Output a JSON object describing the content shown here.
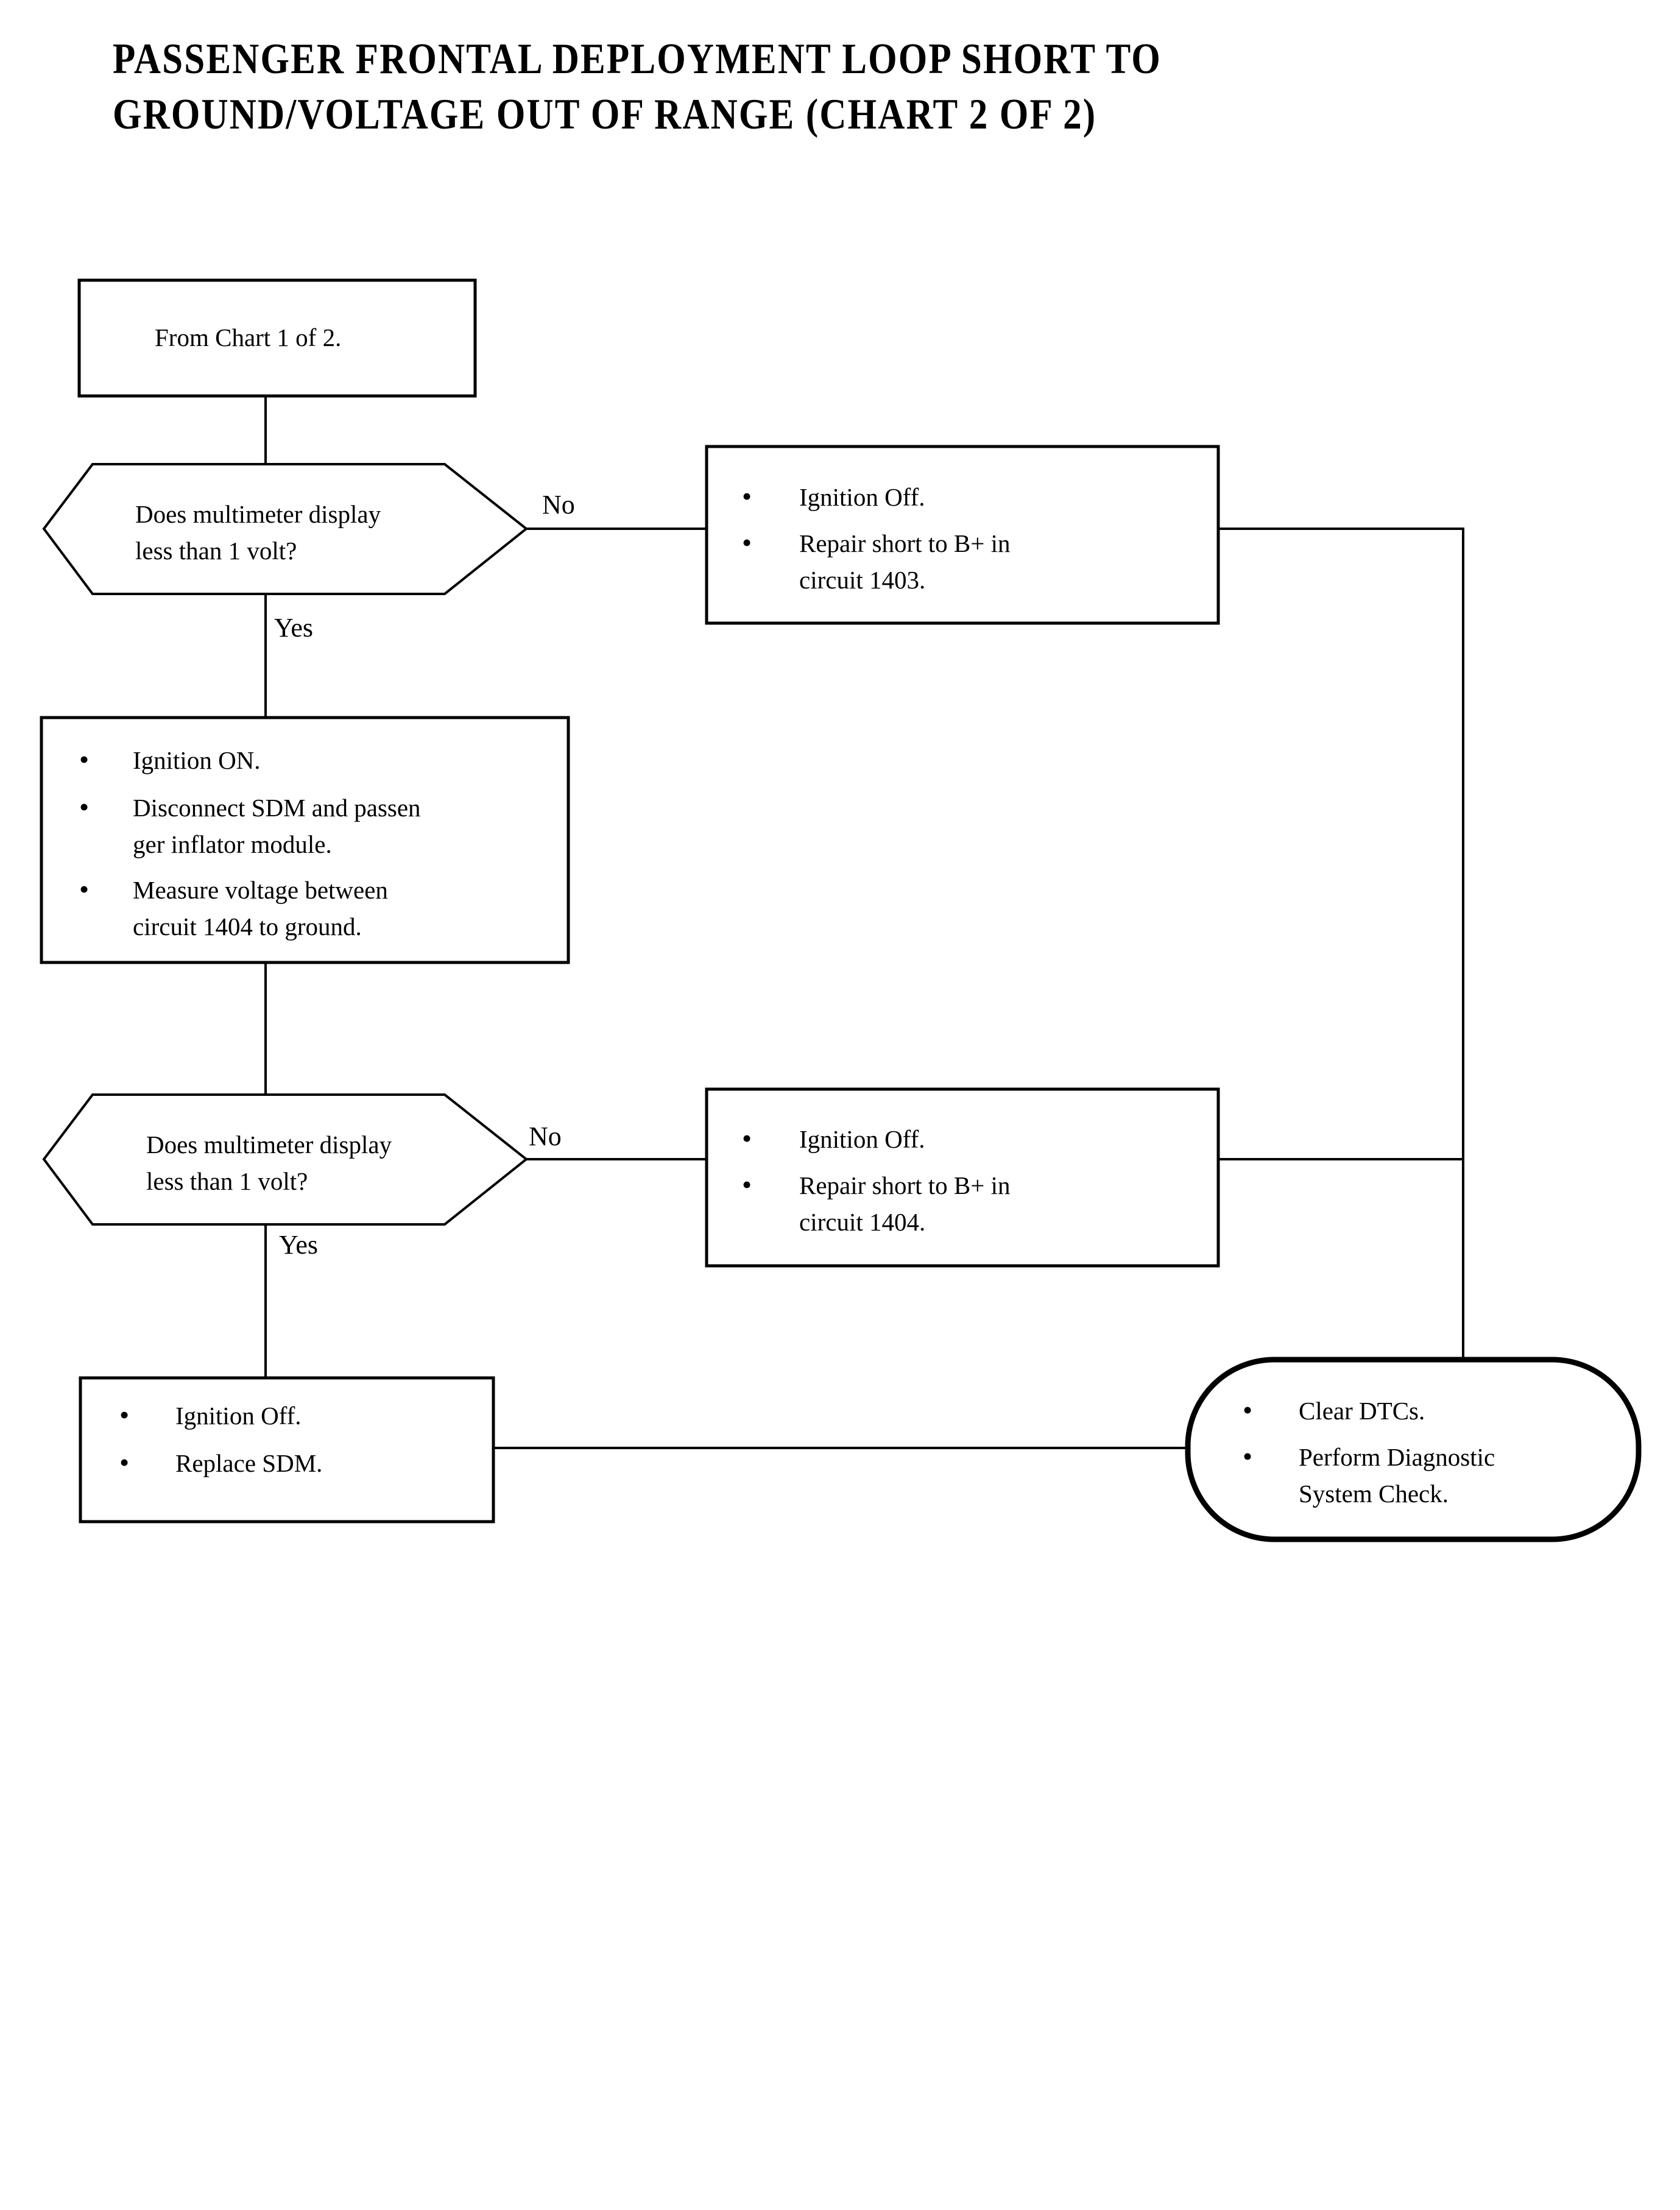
{
  "page": {
    "title": "PASSENGER FRONTAL DEPLOYMENT LOOP SHORT TO\nGROUND/VOLTAGE OUT OF RANGE (CHART 2 OF 2)",
    "background_color": "#ffffff",
    "line_color": "#000000"
  },
  "chart_data": {
    "type": "diagram",
    "diagram_kind": "flowchart",
    "title": "PASSENGER FRONTAL DEPLOYMENT LOOP SHORT TO GROUND/VOLTAGE OUT OF RANGE (CHART 2 OF 2)",
    "nodes": [
      {
        "id": "start",
        "shape": "rectangle",
        "lines": [
          "From Chart 1 of 2."
        ]
      },
      {
        "id": "decision1",
        "shape": "hexagon",
        "lines": [
          "Does multimeter display",
          "less than 1 volt?"
        ]
      },
      {
        "id": "no1",
        "shape": "rectangle",
        "bullets": [
          [
            "Ignition Off."
          ],
          [
            "Repair short to B+ in",
            "circuit 1403."
          ]
        ]
      },
      {
        "id": "action1",
        "shape": "rectangle",
        "bullets": [
          [
            "Ignition ON."
          ],
          [
            "Disconnect SDM and passen",
            "ger inflator module."
          ],
          [
            "Measure voltage between",
            "circuit 1404 to ground."
          ]
        ]
      },
      {
        "id": "decision2",
        "shape": "hexagon",
        "lines": [
          "Does multimeter display",
          "less than 1 volt?"
        ]
      },
      {
        "id": "no2",
        "shape": "rectangle",
        "bullets": [
          [
            "Ignition Off."
          ],
          [
            "Repair short to B+ in",
            "circuit 1404."
          ]
        ]
      },
      {
        "id": "replace",
        "shape": "rectangle",
        "bullets": [
          [
            "Ignition Off."
          ],
          [
            "Replace SDM."
          ]
        ]
      },
      {
        "id": "end",
        "shape": "rounded-terminal",
        "bullets": [
          [
            "Clear DTCs."
          ],
          [
            "Perform Diagnostic",
            "System Check."
          ]
        ]
      }
    ],
    "edges": [
      {
        "from": "start",
        "to": "decision1",
        "label": ""
      },
      {
        "from": "decision1",
        "to": "no1",
        "label": "No"
      },
      {
        "from": "decision1",
        "to": "action1",
        "label": "Yes"
      },
      {
        "from": "action1",
        "to": "decision2",
        "label": ""
      },
      {
        "from": "decision2",
        "to": "no2",
        "label": "No"
      },
      {
        "from": "decision2",
        "to": "replace",
        "label": "Yes"
      },
      {
        "from": "no1",
        "to": "end",
        "label": ""
      },
      {
        "from": "no2",
        "to": "end",
        "label": ""
      },
      {
        "from": "replace",
        "to": "end",
        "label": ""
      }
    ]
  },
  "nodes": {
    "start": {
      "line1": "From Chart 1 of 2."
    },
    "decision1": {
      "line1": "Does multimeter display",
      "line2": "less than 1 volt?"
    },
    "no_box_1": {
      "b1_l1": "Ignition Off.",
      "b2_l1": "Repair short to B+ in",
      "b2_l2": "circuit 1403."
    },
    "action_box_1": {
      "b1_l1": "Ignition ON.",
      "b2_l1": "Disconnect SDM and passen",
      "b2_l2": "ger inflator module.",
      "b3_l1": "Measure voltage between",
      "b3_l2": "circuit 1404 to ground."
    },
    "decision2": {
      "line1": "Does multimeter display",
      "line2": "less than 1 volt?"
    },
    "no_box_2": {
      "b1_l1": "Ignition Off.",
      "b2_l1": "Repair short to B+ in",
      "b2_l2": "circuit 1404."
    },
    "replace_box": {
      "b1_l1": "Ignition Off.",
      "b2_l1": "Replace SDM."
    },
    "end_terminal": {
      "b1_l1": "Clear DTCs.",
      "b2_l1": "Perform Diagnostic",
      "b2_l2": "System Check."
    }
  },
  "labels": {
    "no_1": "No",
    "yes_1": "Yes",
    "no_2": "No",
    "yes_2": "Yes",
    "bullet": "•"
  }
}
